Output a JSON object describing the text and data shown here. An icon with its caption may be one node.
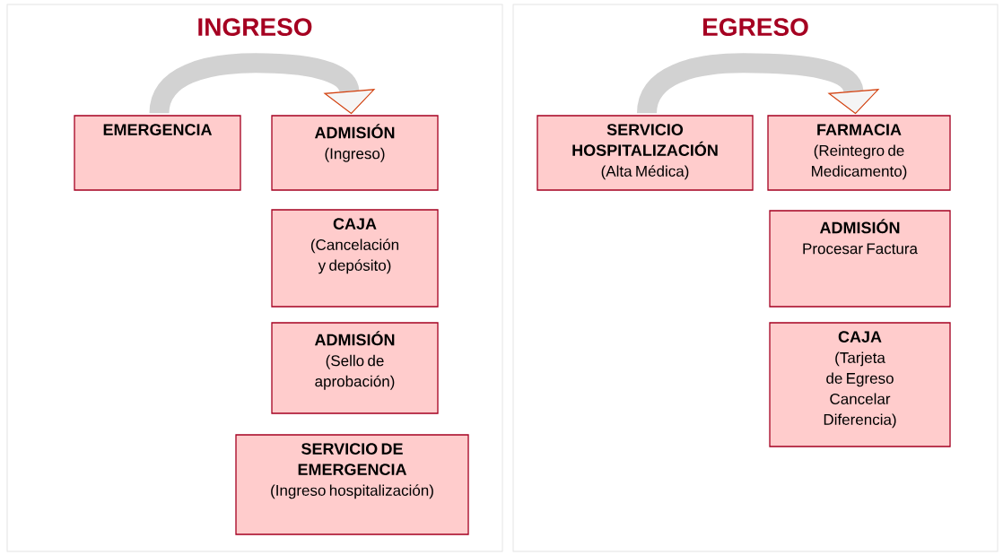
{
  "diagram": {
    "nodes": [
      {
        "text": [
          "INGRESO"
        ]
      },
      {
        "text": [
          "EMERGENCIA"
        ],
        "in": 0
      },
      {
        "text": [
          "ADMISIÓN",
          "(Ingreso)"
        ],
        "in": 0
      },
      {
        "text": [
          "CAJA",
          "(Cancelación y depósito)"
        ],
        "in": 0
      },
      {
        "text": [
          "ADMISIÓN",
          "(Sello de aprobación)"
        ],
        "in": 0
      },
      {
        "text": [
          "SERVICIO DE EMERGENCIA",
          "(Ingreso hospitalización)"
        ],
        "in": 0
      },
      {
        "text": [
          "EGRESO"
        ]
      },
      {
        "text": [
          "SERVICIO HOSPITALIZACIÓN",
          "(Alta Médica)"
        ],
        "in": 6
      },
      {
        "text": [
          "FARMACIA",
          "(Reintegro de Medicamento)"
        ],
        "in": 6
      },
      {
        "text": [
          "ADMISIÓN",
          "Procesar Factura"
        ],
        "in": 6
      },
      {
        "text": [
          "CAJA",
          "(Tarjeta de Egreso Cancelar Diferencia)"
        ],
        "in": 6
      }
    ],
    "edges": [
      {
        "from": 1,
        "to": 2,
        "arrow": "to"
      },
      {
        "from": 7,
        "to": 8,
        "arrow": "to"
      }
    ]
  }
}
